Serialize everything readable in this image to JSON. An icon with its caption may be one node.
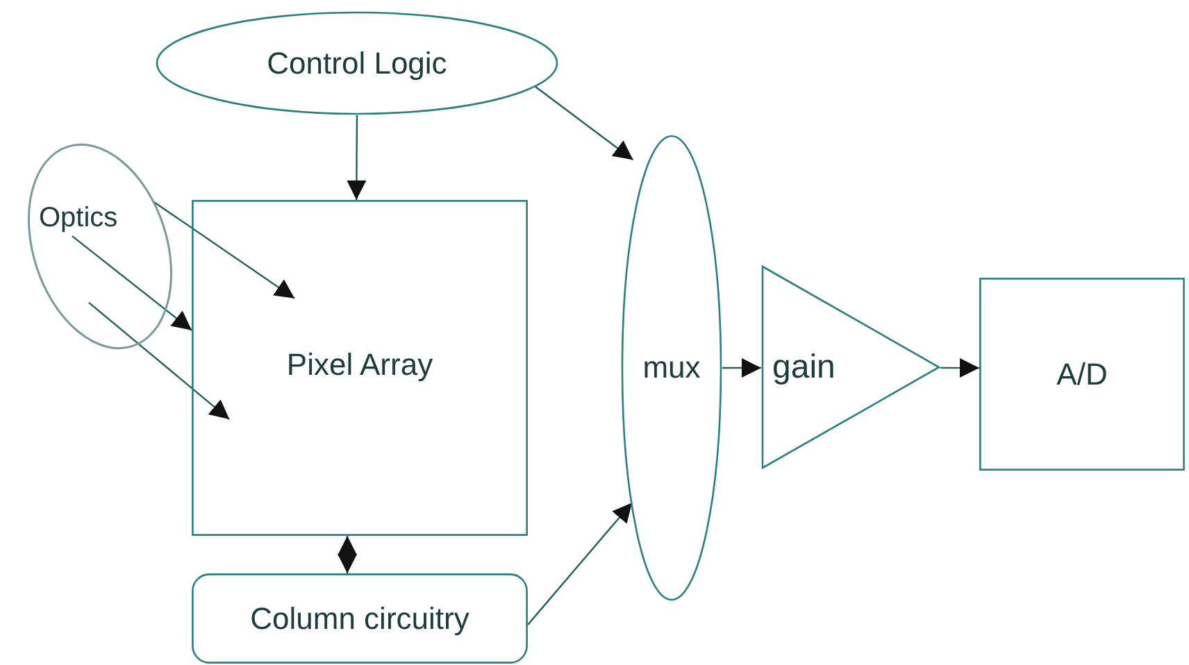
{
  "diagram": {
    "nodes": [
      {
        "text": [
          "Control Logic"
        ]
      },
      {
        "text": [
          "Optics"
        ]
      },
      {
        "text": [
          "Pixel Array"
        ]
      },
      {
        "text": [
          "mux"
        ]
      },
      {
        "text": [
          "gain"
        ]
      },
      {
        "text": [
          "A/D"
        ]
      },
      {
        "text": [
          "Column circuitry"
        ]
      }
    ],
    "edges": [
      {
        "from": 0,
        "to": 2,
        "arrow": "to"
      },
      {
        "from": 0,
        "to": 3,
        "arrow": "to"
      },
      {
        "from": 1,
        "to": 2,
        "arrow": "to"
      },
      {
        "from": 1,
        "to": 2,
        "arrow": "to"
      },
      {
        "from": 1,
        "to": 2,
        "arrow": "to"
      },
      {
        "from": 2,
        "to": 6,
        "arrow": "both"
      },
      {
        "from": 6,
        "to": 3,
        "arrow": "to"
      },
      {
        "from": 3,
        "to": 4,
        "arrow": "to"
      },
      {
        "from": 4,
        "to": 5,
        "arrow": "to"
      }
    ]
  }
}
